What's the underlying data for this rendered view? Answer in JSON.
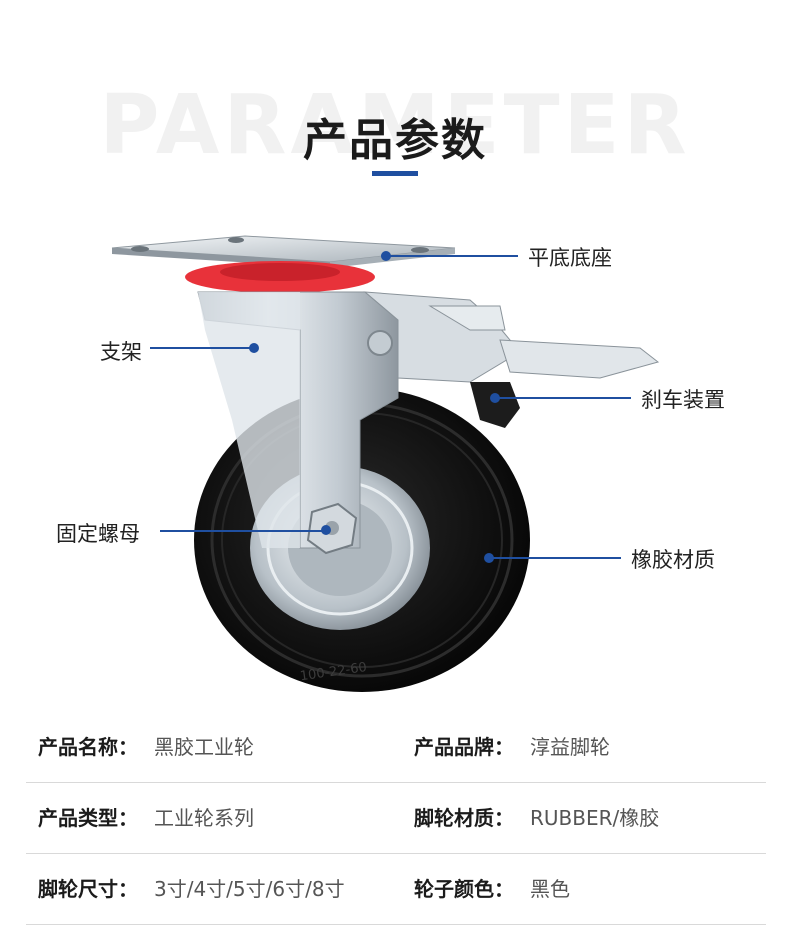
{
  "header": {
    "bg_word": "PARAMETER",
    "title": "产品参数"
  },
  "callouts": {
    "base": "平底底座",
    "bracket": "支架",
    "brake": "刹车装置",
    "nut": "固定螺母",
    "rubber": "橡胶材质"
  },
  "wheel_marking": "100-22-60",
  "specs": [
    {
      "left_key": "产品名称：",
      "left_val": "黑胶工业轮",
      "right_key": "产品品牌：",
      "right_val": "淳益脚轮"
    },
    {
      "left_key": "产品类型：",
      "left_val": "工业轮系列",
      "right_key": "脚轮材质：",
      "right_val": "RUBBER/橡胶"
    },
    {
      "left_key": "脚轮尺寸：",
      "left_val": "3寸/4寸/5寸/6寸/8寸",
      "right_key": "轮子颜色：",
      "right_val": "黑色"
    }
  ],
  "colors": {
    "accent": "#1f4fa0",
    "plate_ring": "#e8323a",
    "rubber": "#111111",
    "metal": "#cfd6dc"
  }
}
